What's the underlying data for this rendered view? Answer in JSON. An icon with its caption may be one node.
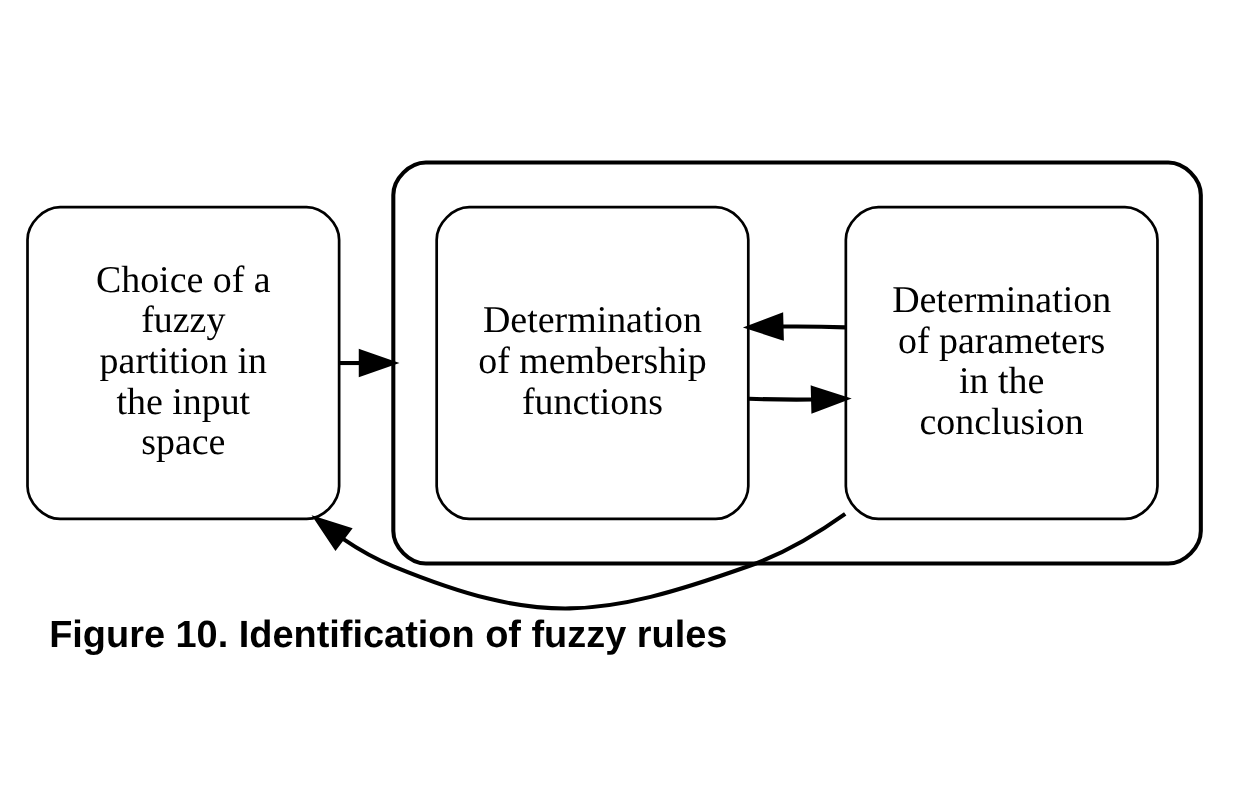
{
  "diagram": {
    "caption": "Figure 10. Identification of fuzzy rules",
    "nodes": [
      {
        "text": [
          "Choice of a fuzzy partition in the input space"
        ]
      },
      {
        "text": [],
        "shape": "box"
      },
      {
        "text": [
          "Determination of membership functions"
        ],
        "in": 1
      },
      {
        "text": [
          "Determination of parameters in the conclusion"
        ],
        "in": 1
      }
    ],
    "edges": [
      {
        "from": 0,
        "to": 1,
        "arrow": "to"
      },
      {
        "from": 2,
        "to": 3,
        "arrow": "to"
      },
      {
        "from": 3,
        "to": 2,
        "arrow": "to"
      },
      {
        "from": 3,
        "to": 0,
        "arrow": "to"
      }
    ]
  }
}
